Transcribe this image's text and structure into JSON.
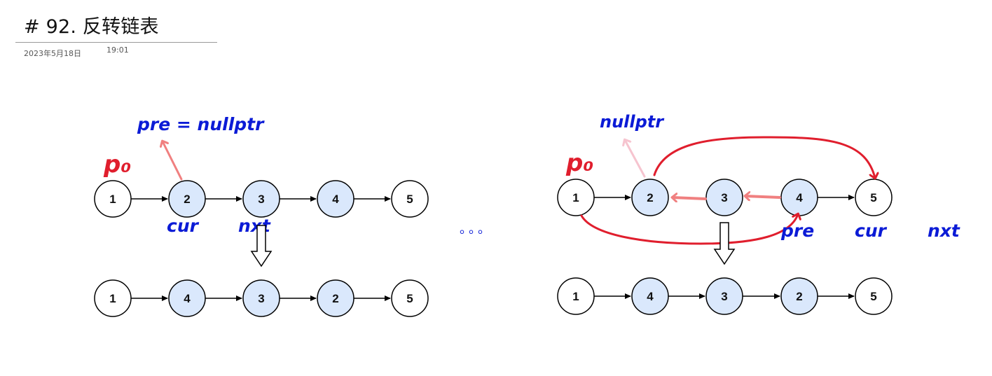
{
  "page": {
    "title": "# 92. 反转链表",
    "date": "2023年5月18日",
    "time": "19:01"
  },
  "colors": {
    "node_plain": "#ffffff",
    "node_highlight": "#dae8fc",
    "annotation_blue": "#0b1bd6",
    "annotation_red": "#e01e2d",
    "annotation_pink": "#f08080"
  },
  "left_diagram": {
    "top_row": [
      "1",
      "2",
      "3",
      "4",
      "5"
    ],
    "bottom_row": [
      "1",
      "4",
      "3",
      "2",
      "5"
    ],
    "labels": {
      "p0": "p₀",
      "pre": "pre = nullptr",
      "cur": "cur",
      "nxt": "nxt"
    }
  },
  "ellipsis": "。。。",
  "right_diagram": {
    "top_row": [
      "1",
      "2",
      "3",
      "4",
      "5"
    ],
    "bottom_row": [
      "1",
      "4",
      "3",
      "2",
      "5"
    ],
    "labels": {
      "p0": "p₀",
      "nullptr": "nullptr",
      "pre": "pre",
      "cur": "cur",
      "nxt": "nxt"
    }
  }
}
